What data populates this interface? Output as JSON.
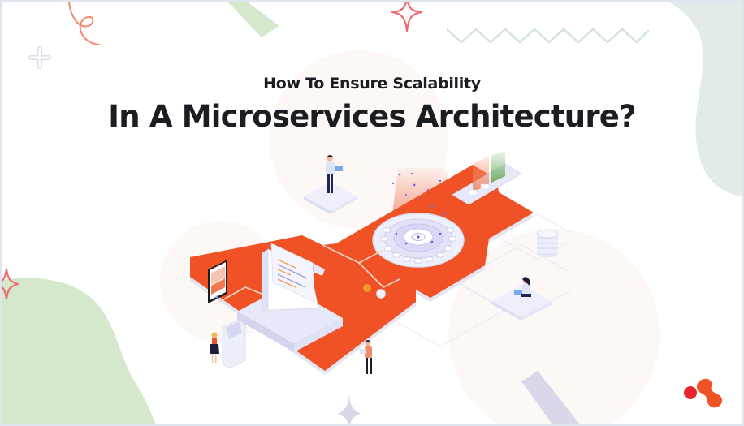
{
  "banner": {
    "title_line1": "How To Ensure Scalability",
    "title_line2": "In A Microservices Architecture?"
  },
  "colors": {
    "accent_orange": "#f05125",
    "background": "#ffffff",
    "border": "#dfe5ec",
    "blob_green": "#d6e8cc",
    "blob_grey_green": "#e3ebe8",
    "blob_peach": "#fdf7f5",
    "lavender": "#dcd6ea",
    "sparkle_red": "#ef6a6e",
    "squiggle_orange": "#f6876d",
    "zigzag": "#d2e2dc",
    "platform_lavender": "#eceefb",
    "text_dark": "#1c1d22"
  },
  "illustration": {
    "elements": [
      "central-gear-hub",
      "desktop-monitor-with-document",
      "tablet-with-charts",
      "atm-kiosk",
      "database-server-stack",
      "person-with-laptop-standing",
      "person-sitting-with-laptop",
      "woman-standing-at-kiosk",
      "man-holding-tablet",
      "orange-circuit-platform"
    ]
  },
  "logo": {
    "name": "brand-logo-mark"
  }
}
